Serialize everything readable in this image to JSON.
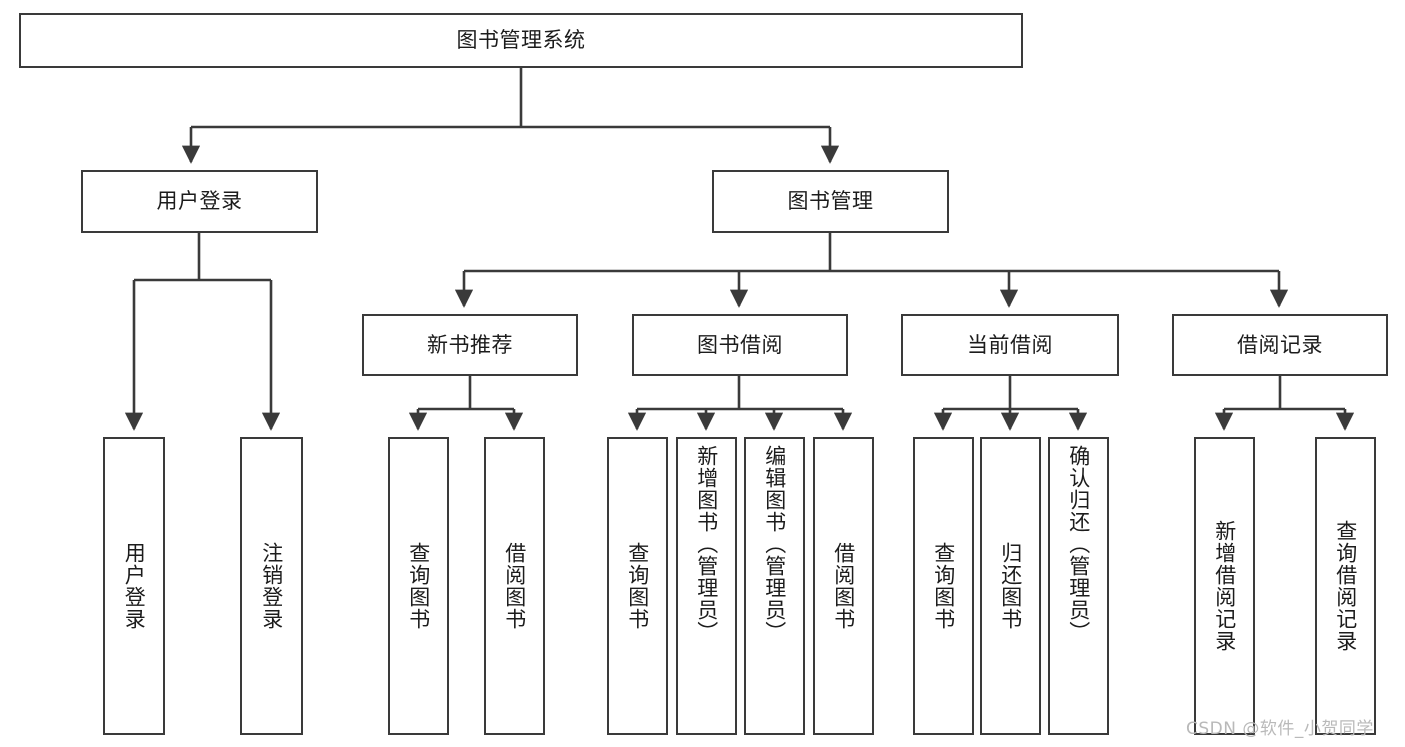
{
  "diagram": {
    "title": "图书管理系统",
    "type": "hierarchy-tree",
    "root": {
      "id": "root",
      "label": "图书管理系统"
    },
    "level2": [
      {
        "id": "user-login",
        "label": "用户登录"
      },
      {
        "id": "book-manage",
        "label": "图书管理"
      }
    ],
    "level3": [
      {
        "id": "new-book-rec",
        "label": "新书推荐",
        "parent": "book-manage"
      },
      {
        "id": "book-borrow",
        "label": "图书借阅",
        "parent": "book-manage"
      },
      {
        "id": "current-borrow",
        "label": "当前借阅",
        "parent": "book-manage"
      },
      {
        "id": "borrow-record",
        "label": "借阅记录",
        "parent": "book-manage"
      }
    ],
    "leaves": {
      "user-login": [
        {
          "id": "leaf-user-login",
          "label": "用户登录"
        },
        {
          "id": "leaf-user-logout",
          "label": "注销登录"
        }
      ],
      "new-book-rec": [
        {
          "id": "leaf-query-book-1",
          "label": "查询图书"
        },
        {
          "id": "leaf-borrow-book-1",
          "label": "借阅图书"
        }
      ],
      "book-borrow": [
        {
          "id": "leaf-query-book-2",
          "label": "查询图书"
        },
        {
          "id": "leaf-add-book",
          "label": "新增图书（管理员）"
        },
        {
          "id": "leaf-edit-book",
          "label": "编辑图书（管理员）"
        },
        {
          "id": "leaf-borrow-book-2",
          "label": "借阅图书"
        }
      ],
      "current-borrow": [
        {
          "id": "leaf-query-book-3",
          "label": "查询图书"
        },
        {
          "id": "leaf-return-book",
          "label": "归还图书"
        },
        {
          "id": "leaf-confirm-return",
          "label": "确认归还（管理员）"
        }
      ],
      "borrow-record": [
        {
          "id": "leaf-add-record",
          "label": "新增借阅记录"
        },
        {
          "id": "leaf-query-record",
          "label": "查询借阅记录"
        }
      ]
    }
  },
  "watermark": {
    "text": "CSDN @软件_小贺同学"
  },
  "colors": {
    "border": "#3a3a3a",
    "background": "#ffffff",
    "text": "#1c1c1c",
    "watermark": "#b9b9b9"
  }
}
